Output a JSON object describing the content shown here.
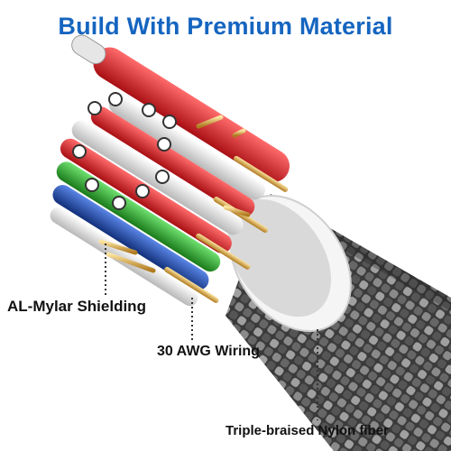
{
  "title": "Build With Premium Material",
  "colors": {
    "title": "#1565c0",
    "braid_dark": "#2f2f2f",
    "braid_light": "#9a9a9a",
    "sleeve": "#f4f4f4",
    "wire_red": "#d62728",
    "wire_green": "#2ca02c",
    "wire_blue": "#1f4fb4",
    "wire_white": "#e8e8e8",
    "gold": "#d9a441"
  },
  "callouts": {
    "shielding": "AL-Mylar Shielding",
    "wiring": "30 AWG Wiring",
    "fiber": "Triple-braised Nylon fiber"
  }
}
